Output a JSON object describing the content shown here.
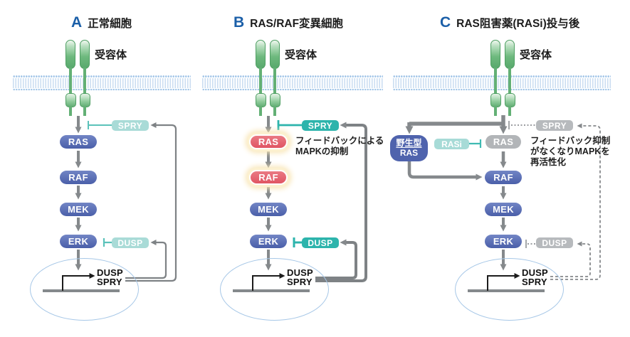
{
  "colors": {
    "panel_letter_blue": "#1b5fa8",
    "node_blue": "#5065ae",
    "mutant_red": "#e5606d",
    "mutant_glow": "#fcf0cf",
    "feedback_teal": "#2db4ac",
    "feedback_teal_light": "#a9dbd7",
    "inactive_gray": "#b7babd",
    "arrow_gray": "#85898c",
    "membrane_blue": "#a3c6e8",
    "nucleus_outline": "#a6c7e7",
    "receptor_green": "#63b075"
  },
  "panels": {
    "a": {
      "letter": "A",
      "title": "正常細胞",
      "receptor_label": "受容体",
      "spry": "SPRY",
      "dusp": "DUSP",
      "ras": "RAS",
      "raf": "RAF",
      "mek": "MEK",
      "erk": "ERK",
      "gene_targets": [
        "DUSP",
        "SPRY"
      ]
    },
    "b": {
      "letter": "B",
      "title": "RAS/RAF変異細胞",
      "receptor_label": "受容体",
      "spry": "SPRY",
      "dusp": "DUSP",
      "ras": "RAS",
      "raf": "RAF",
      "mek": "MEK",
      "erk": "ERK",
      "annotation": [
        "フィードバックによる",
        "MAPKの抑制"
      ],
      "gene_targets": [
        "DUSP",
        "SPRY"
      ]
    },
    "c": {
      "letter": "C",
      "title": "RAS阻害薬(RASi)投与後",
      "receptor_label": "受容体",
      "spry": "SPRY",
      "dusp": "DUSP",
      "ras": "RAS",
      "raf": "RAF",
      "mek": "MEK",
      "erk": "ERK",
      "wildtype_ras": [
        "野生型",
        "RAS"
      ],
      "rasi": "RASi",
      "annotation": [
        "フィードバック抑制",
        "がなくなりMAPKを",
        "再活性化"
      ],
      "gene_targets": [
        "DUSP",
        "SPRY"
      ]
    }
  }
}
